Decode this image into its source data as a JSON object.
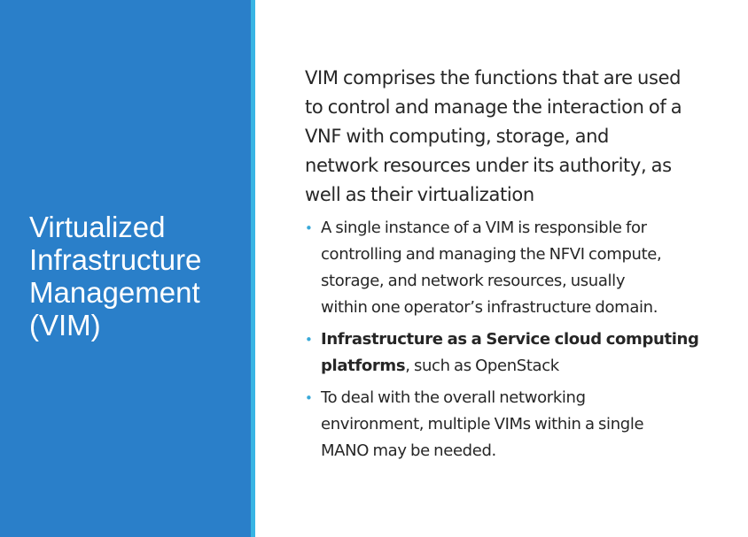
{
  "slide": {
    "title_lines": [
      "Virtualized",
      "Infrastructure",
      "Management",
      "(VIM)"
    ],
    "intro_lines": [
      "VIM comprises the functions that are used",
      "to control and manage the interaction of a",
      "VNF with computing, storage, and",
      "network resources under its authority, as",
      "well as their virtualization"
    ],
    "bullet_symbol": "•",
    "bullets": [
      {
        "lines": [
          "A single instance of a VIM is responsible for",
          "controlling and managing the NFVI compute,",
          "storage, and network resources, usually",
          "within one operator’s infrastructure domain."
        ]
      },
      {
        "bold_line_1": "Infrastructure as a Service cloud computing",
        "bold_line_2": "platforms",
        "line_2_rest": ", such as OpenStack"
      },
      {
        "lines": [
          "To deal with the overall networking",
          "environment, multiple VIMs within a single",
          "MANO may be needed."
        ]
      }
    ]
  },
  "colors": {
    "panel": "#2a7fc9",
    "accent_stripe": "#38b4e4",
    "bullet": "#38a8d8",
    "body_text": "#262626",
    "title_text": "#ffffff"
  }
}
